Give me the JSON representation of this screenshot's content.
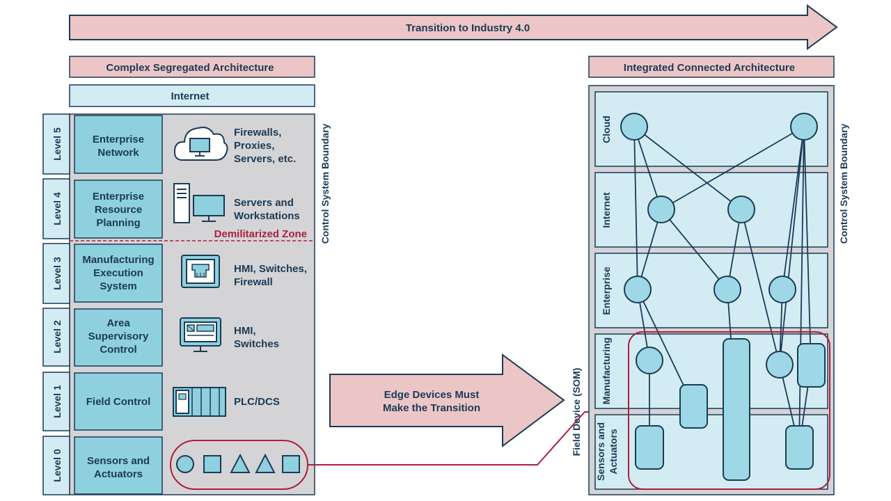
{
  "banner": {
    "label": "Transition to Industry 4.0"
  },
  "left": {
    "title": "Complex Segregated Architecture",
    "internet": "Internet",
    "boundary": "Control System Boundary",
    "dmz": "Demilitarized Zone",
    "levels": [
      {
        "level": "Level 5",
        "name": [
          "Enterprise",
          "Network"
        ],
        "device": [
          "Firewalls,",
          "Proxies,",
          "Servers, etc."
        ],
        "icon": "cloud-computer-icon"
      },
      {
        "level": "Level 4",
        "name": [
          "Enterprise",
          "Resource",
          "Planning"
        ],
        "device": [
          "Servers and",
          "Workstations"
        ],
        "icon": "server-workstation-icon"
      },
      {
        "level": "Level 3",
        "name": [
          "Manufacturing",
          "Execution",
          "System"
        ],
        "device": [
          "HMI, Switches,",
          "Firewall"
        ],
        "icon": "network-port-icon"
      },
      {
        "level": "Level 2",
        "name": [
          "Area",
          "Supervisory",
          "Control"
        ],
        "device": [
          "HMI,",
          "Switches"
        ],
        "icon": "hmi-screen-icon"
      },
      {
        "level": "Level 1",
        "name": [
          "Field Control"
        ],
        "device": [
          "PLC/DCS"
        ],
        "icon": "plc-rack-icon"
      },
      {
        "level": "Level 0",
        "name": [
          "Sensors and",
          "Actuators"
        ],
        "device": [],
        "icon": "sensor-shapes-icon"
      }
    ]
  },
  "middle": {
    "arrow_label": [
      "Edge Devices Must",
      "Make the Transition"
    ]
  },
  "right": {
    "title": "Integrated Connected Architecture",
    "boundary": "Control System Boundary",
    "field_device": "Field Device (SOM)",
    "layers": [
      "Cloud",
      "Internet",
      "Enterprise",
      "Manufacturing",
      [
        "Sensors and",
        "Actuators"
      ]
    ]
  },
  "colors": {
    "pink": "#ecc6c6",
    "light_blue": "#d3ecf3",
    "teal": "#8fd0de",
    "node": "#9ed8e6",
    "gray": "#d4d4d6",
    "navy": "#1b3a55",
    "crimson": "#b01c3c"
  }
}
